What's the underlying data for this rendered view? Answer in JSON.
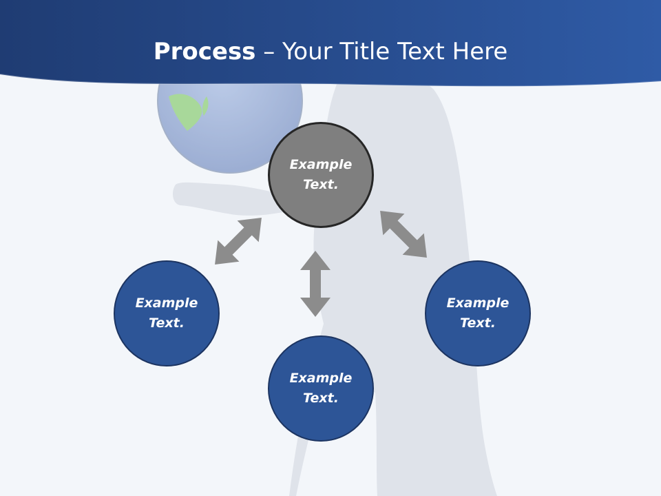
{
  "title": {
    "bold": "Process",
    "rest": " – Your Title Text Here"
  },
  "nodes": {
    "center": {
      "line1": "Example",
      "line2": "Text."
    },
    "left": {
      "line1": "Example",
      "line2": "Text."
    },
    "bottom": {
      "line1": "Example",
      "line2": "Text."
    },
    "right": {
      "line1": "Example",
      "line2": "Text."
    }
  },
  "colors": {
    "header": "#2a4e8f",
    "node_blue": "#2d5597",
    "node_gray": "#7f7f7f",
    "arrow": "#8c8c8c"
  },
  "icons": [
    "globe-illustration",
    "figure-illustration",
    "double-arrow-icon"
  ]
}
